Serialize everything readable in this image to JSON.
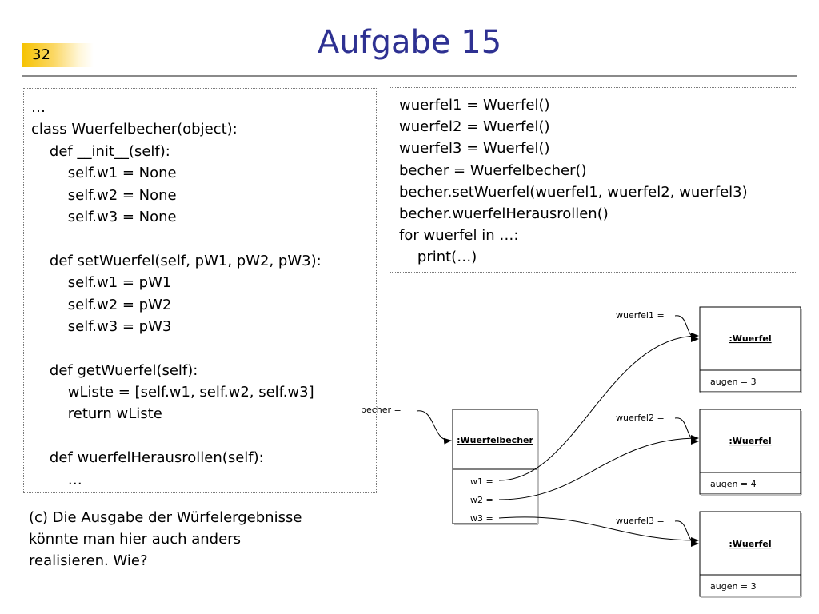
{
  "slide": {
    "number": "32",
    "title": "Aufgabe 15"
  },
  "code_left": [
    "…",
    "class Wuerfelbecher(object):",
    "    def __init__(self):",
    "        self.w1 = None",
    "        self.w2 = None",
    "        self.w3 = None",
    "",
    "    def setWuerfel(self, pW1, pW2, pW3):",
    "        self.w1 = pW1",
    "        self.w2 = pW2",
    "        self.w3 = pW3",
    "",
    "    def getWuerfel(self):",
    "        wListe = [self.w1, self.w2, self.w3]",
    "        return wListe",
    "",
    "    def wuerfelHerausrollen(self):",
    "        …"
  ],
  "code_right": [
    "wuerfel1 = Wuerfel()",
    "wuerfel2 = Wuerfel()",
    "wuerfel3 = Wuerfel()",
    "becher = Wuerfelbecher()",
    "becher.setWuerfel(wuerfel1, wuerfel2, wuerfel3)",
    "becher.wuerfelHerausrollen()",
    "for wuerfel in …:",
    "    print(…)"
  ],
  "note": [
    "(c) Die Ausgabe der Würfelergebnisse",
    "könnte man hier auch anders",
    "realisieren. Wie?"
  ],
  "diagram": {
    "becher_label": "becher  =",
    "becher_object": {
      "name": ":Wuerfelbecher",
      "attributes": [
        "w1  =",
        "w2  =",
        "w3  ="
      ]
    },
    "wuerfel_objects": [
      {
        "var_label": "wuerfel1  =",
        "name": ":Wuerfel",
        "attribute": "augen  =  3"
      },
      {
        "var_label": "wuerfel2  =",
        "name": ":Wuerfel",
        "attribute": "augen  =  4"
      },
      {
        "var_label": "wuerfel3  =",
        "name": ":Wuerfel",
        "attribute": "augen  =  3"
      }
    ]
  }
}
